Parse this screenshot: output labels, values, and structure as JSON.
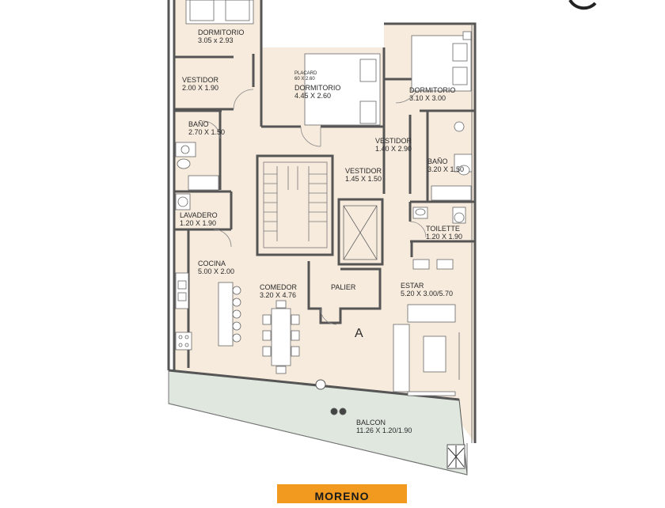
{
  "rooms": {
    "dormitorio_1": {
      "name": "DORMITORIO",
      "dims": "3.05 x 2.93"
    },
    "vestidor_1": {
      "name": "VESTIDOR",
      "dims": "2.00 X 1.90"
    },
    "bano_1": {
      "name": "BAÑO",
      "dims": "2.70 X 1.50"
    },
    "lavadero": {
      "name": "LAVADERO",
      "dims": "1.20 X 1.90"
    },
    "cocina": {
      "name": "COCINA",
      "dims": "5.00 X 2.00"
    },
    "comedor": {
      "name": "COMEDOR",
      "dims": "3.20 X 4.76"
    },
    "placard": {
      "name": "PLACARD",
      "dims": "60 X 2.60"
    },
    "dormitorio_2": {
      "name": "DORMITORIO",
      "dims": "4.45 X 2.60"
    },
    "dormitorio_3": {
      "name": "DORMITORIO",
      "dims": "3.10 X 3.00"
    },
    "vestidor_2": {
      "name": "VESTIDOR",
      "dims": "1.40 X 2.90"
    },
    "vestidor_3": {
      "name": "VESTIDOR",
      "dims": "1.45 X 1.50"
    },
    "bano_2": {
      "name": "BAÑO",
      "dims": "3.20 X 1.50"
    },
    "toilette": {
      "name": "TOILETTE",
      "dims": "1.20 X 1.90"
    },
    "palier": {
      "name": "PALIER"
    },
    "estar": {
      "name": "ESTAR",
      "dims": "5.20 X 3.00/5.70"
    },
    "balcon": {
      "name": "BALCON",
      "dims": "11.26 X 1.20/1.90"
    }
  },
  "unit_letter": "A",
  "street_label": "MORENO",
  "colors": {
    "floor": "#f7ebdd",
    "balcony": "#dfe7df",
    "wall": "#555555",
    "street_band": "#f29a1f"
  }
}
